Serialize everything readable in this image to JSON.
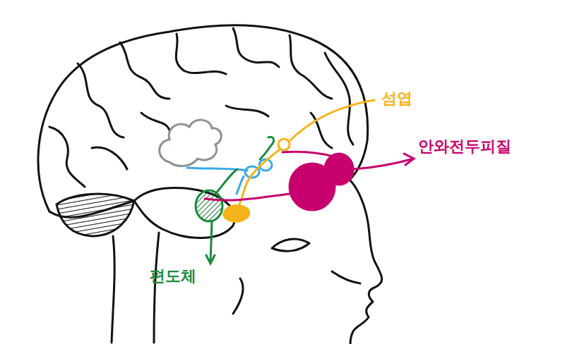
{
  "diagram": {
    "labels": [
      "섬엽",
      "안와전두피질",
      "편도체"
    ]
  }
}
